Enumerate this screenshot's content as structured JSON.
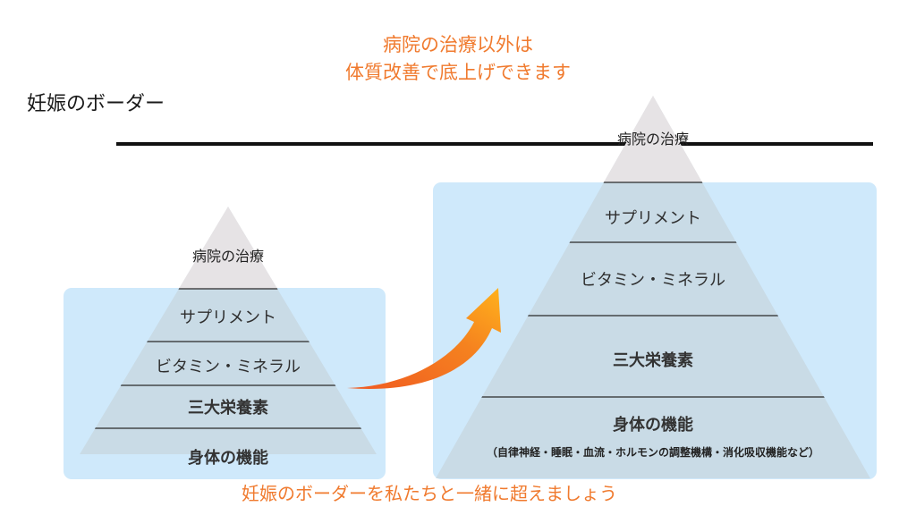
{
  "title": "妊娠のボーダー",
  "top_caption": [
    "病院の治療以外は",
    "体質改善で底上げできます"
  ],
  "bottom_caption": "妊娠のボーダーを私たちと一緒に超えましょう",
  "colors": {
    "accent": "#f07a2e",
    "box": "#cfe9fb",
    "pyramid": "#c9dbe6",
    "apex": "#e6e3e5",
    "line": "#111111"
  },
  "left_pyramid": {
    "apex": "病院の治療",
    "levels": [
      "サプリメント",
      "ビタミン・ミネラル",
      "三大栄養素",
      "身体の機能"
    ]
  },
  "right_pyramid": {
    "apex": "病院の治療",
    "levels": [
      "サプリメント",
      "ビタミン・ミネラル",
      "三大栄養素",
      "身体の機能"
    ],
    "base_note": "（自律神経・睡眠・血流・ホルモンの調整機構・消化吸収機能など）"
  },
  "arrow_icon": "curved-arrow-icon"
}
